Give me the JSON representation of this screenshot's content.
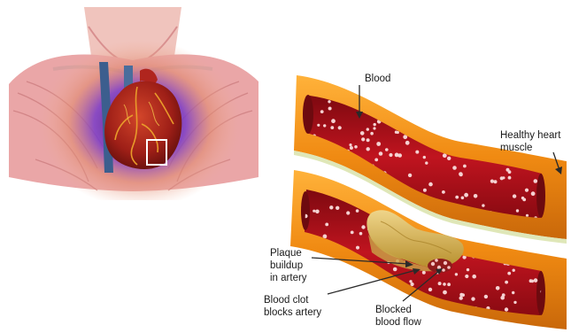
{
  "labels": {
    "blood": "Blood",
    "healthy_line1": "Healthy heart",
    "healthy_line2": "muscle",
    "plaque_line1": "Plaque",
    "plaque_line2": "buildup",
    "plaque_line3": "in artery",
    "clot_line1": "Blood clot",
    "clot_line2": "blocks artery",
    "blocked_line1": "Blocked",
    "blocked_line2": "blood flow"
  },
  "colors": {
    "artery_wall": "#f29a1a",
    "blood": "#b0101d",
    "plaque": "#d8b655",
    "heart": "#a8231c",
    "vessel_blue": "#3c5e8e",
    "glow": "#6a2fb8",
    "skin": "#e9a7a8"
  }
}
